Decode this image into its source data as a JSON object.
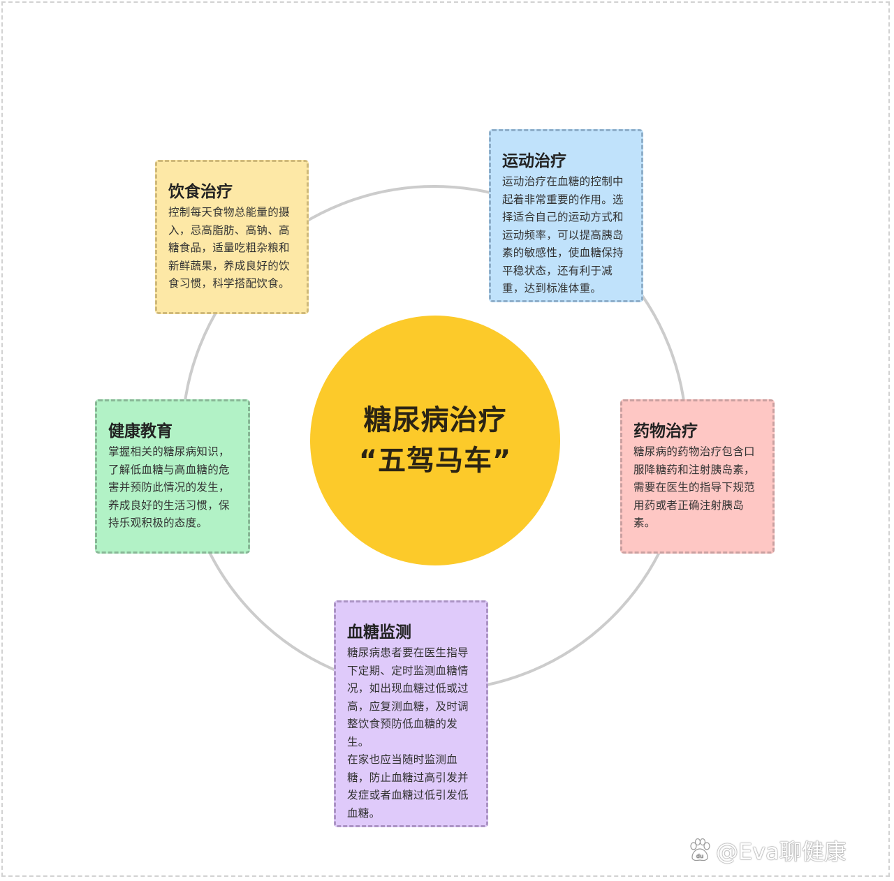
{
  "center": {
    "line1": "糖尿病治疗",
    "line2": "“五驾马车”",
    "color": "#fcca2a"
  },
  "cards": {
    "diet": {
      "title": "饮食治疗",
      "body": [
        "控制每天食物总能量的摄入，忌高脂肪、高钠、高糖食品，适量吃粗杂粮和新鲜蔬果，养成良好的饮食习惯，科学搭配饮食。"
      ],
      "color": "#fde8a6"
    },
    "exercise": {
      "title": "运动治疗",
      "body": [
        "运动治疗在血糖的控制中起着非常重要的作用。选择适合自己的运动方式和运动频率，可以提高胰岛素的敏感性，使血糖保持平稳状态，还有利于减重，达到标准体重。"
      ],
      "color": "#c0e2fb"
    },
    "drug": {
      "title": "药物治疗",
      "body": [
        "糖尿病的药物治疗包含口服降糖药和注射胰岛素，需要在医生的指导下规范用药或者正确注射胰岛素。"
      ],
      "color": "#fec7c4"
    },
    "education": {
      "title": "健康教育",
      "body": [
        "掌握相关的糖尿病知识，了解低血糖与高血糖的危害并预防此情况的发生，养成良好的生活习惯，保持乐观积极的态度。"
      ],
      "color": "#b2f2c6"
    },
    "monitoring": {
      "title": "血糖监测",
      "body": [
        "糖尿病患者要在医生指导下定期、定时监测血糖情况，如出现血糖过低或过高，应复测血糖，及时调整饮食预防低血糖的发生。",
        "在家也应当随时监测血糖，防止血糖过高引发并发症或者血糖过低引发低血糖。"
      ],
      "color": "#dfcafa"
    }
  },
  "ring": {
    "color": "#cccccc"
  },
  "watermark": {
    "text": "@Eva聊健康",
    "icon": "baidu-paw-icon",
    "icon_label": "du"
  }
}
